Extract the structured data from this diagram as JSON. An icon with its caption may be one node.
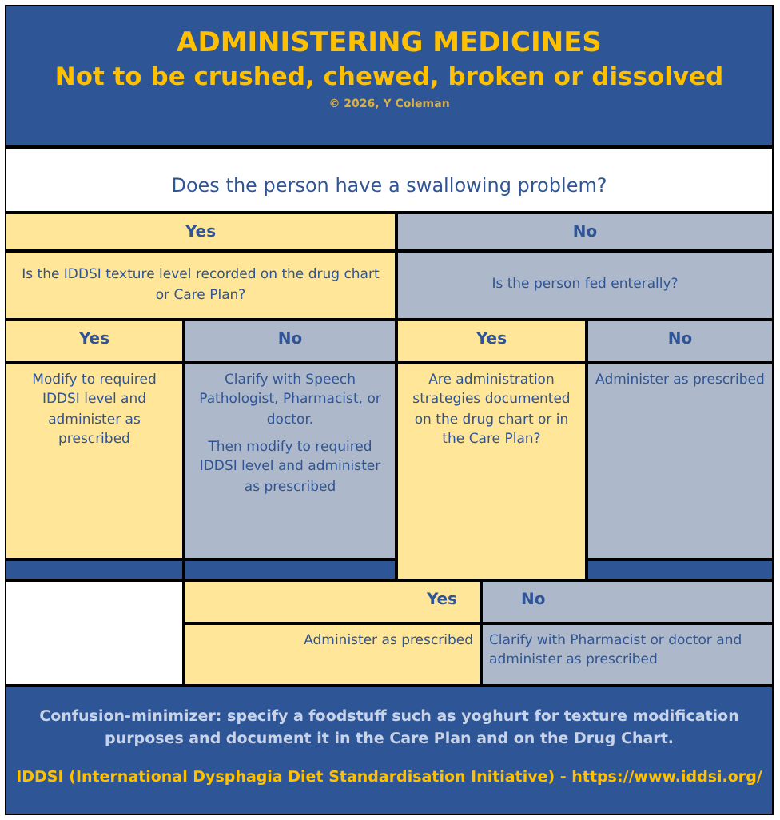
{
  "diagram": {
    "nodes": [
      {
        "text": [
          "ADMINISTERING MEDICINES",
          "Not to be crushed, chewed, broken or dissolved",
          "© 2026, Y Coleman"
        ]
      },
      {
        "text": [
          "Does the person have a swallowing problem?"
        ]
      },
      {
        "text": [
          "Yes"
        ]
      },
      {
        "text": [
          "No"
        ]
      },
      {
        "text": [
          "Is the IDDSI texture level recorded on the drug chart or Care Plan?"
        ]
      },
      {
        "text": [
          "Is the person fed enterally?"
        ]
      },
      {
        "text": [
          "Yes"
        ]
      },
      {
        "text": [
          "No"
        ]
      },
      {
        "text": [
          "Yes"
        ]
      },
      {
        "text": [
          "No"
        ]
      },
      {
        "text": [
          "Modify to required IDDSI level and administer as prescribed"
        ]
      },
      {
        "text": [
          "Clarify with Speech Pathologist, Pharmacist, or doctor.",
          "Then modify to required IDDSI level and administer as prescribed"
        ]
      },
      {
        "text": [
          "Are administration strategies documented on the drug chart or in the Care Plan?"
        ]
      },
      {
        "text": [
          "Administer as prescribed"
        ]
      },
      {
        "text": [
          "Yes"
        ]
      },
      {
        "text": [
          "No"
        ]
      },
      {
        "text": [
          "Administer as prescribed"
        ]
      },
      {
        "text": [
          "Clarify with Pharmacist or doctor and administer as prescribed"
        ]
      },
      {
        "text": [
          "Confusion-minimizer: specify a foodstuff such as yoghurt for texture modification purposes and document it in the Care Plan and on the Drug Chart.",
          "IDDSI (International Dysphagia Diet Standardisation Initiative) - https://www.iddsi.org/"
        ]
      }
    ]
  }
}
